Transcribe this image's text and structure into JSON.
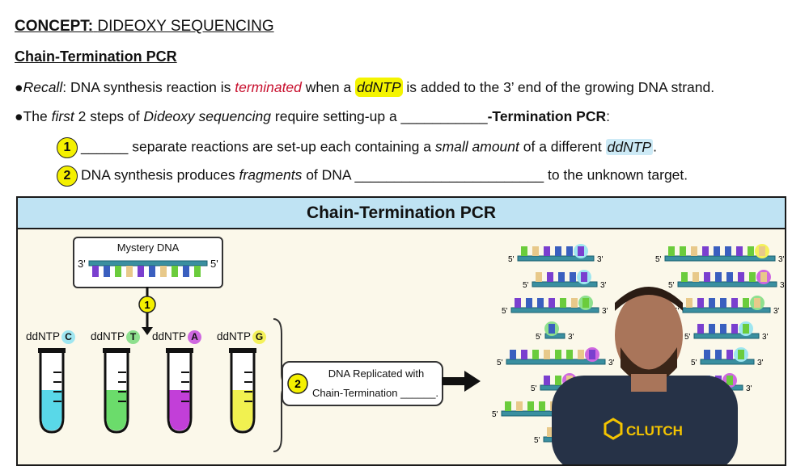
{
  "concept": {
    "prefix": "CONCEPT:",
    "title": "DIDEOXY SEQUENCING"
  },
  "subheading": "Chain-Termination PCR",
  "recall": {
    "bullet": "●",
    "label": "Recall",
    "t1": ": DNA synthesis reaction is ",
    "terminated": "terminated",
    "t2": " when a ",
    "ddntp": "ddNTP",
    "t3": " is added to the 3’ end of the growing DNA strand."
  },
  "first": {
    "bullet": "●",
    "t1": "The ",
    "first": "first",
    "t2": " 2 steps of ",
    "dideoxy": "Dideoxy sequencing",
    "t3": " require setting-up a ",
    "blank": "___________",
    "bold": "-Termination PCR",
    "colon": ":"
  },
  "step1": {
    "num": "1",
    "blank": "______",
    "t1": " separate reactions are set-up each containing a ",
    "small": "small amount",
    "t2": " of a different ",
    "ddntp": "ddNTP",
    "end": "."
  },
  "step2": {
    "num": "2",
    "t1": "DNA synthesis produces ",
    "fragments": "fragments",
    "t2": " of DNA ",
    "blank": "________________________",
    "t3": " to the unknown target."
  },
  "panel": {
    "title": "Chain-Termination PCR",
    "mystery_label": "Mystery DNA",
    "end3": "3'",
    "end5": "5'",
    "step1_num": "1",
    "step2_num": "2",
    "replicated_line1": "DNA Replicated with",
    "replicated_line2": "Chain-Termination ______.",
    "tubes": [
      {
        "label": "ddNTP",
        "base": "C",
        "color": "#59d8e8",
        "dot": "#9fe6f0"
      },
      {
        "label": "ddNTP",
        "base": "T",
        "color": "#6bdc6b",
        "dot": "#8ee08e"
      },
      {
        "label": "ddNTP",
        "base": "A",
        "color": "#c23fd8",
        "dot": "#cf68e0"
      },
      {
        "label": "ddNTP",
        "base": "G",
        "color": "#f1f150",
        "dot": "#f4f15a"
      }
    ]
  },
  "logo": "CLUTCH",
  "colors": {
    "green": "#6bcc3c",
    "tan": "#e8c98a",
    "purple": "#7a3fcf",
    "blue": "#3a5fbf",
    "strand": "#3a8fa0"
  }
}
